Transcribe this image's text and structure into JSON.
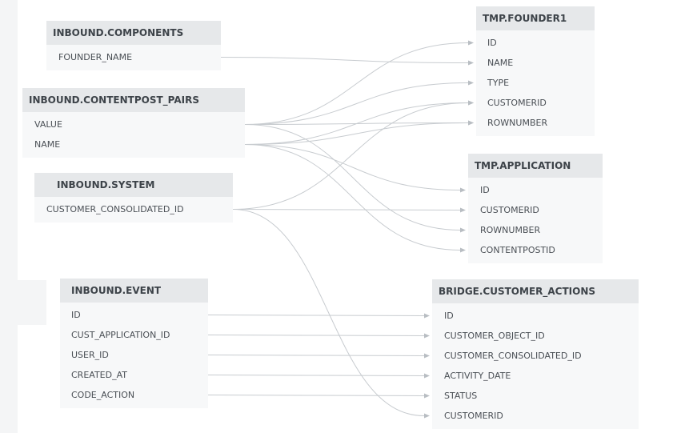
{
  "tables": {
    "inbound_components": {
      "name": "INBOUND.COMPONENTS",
      "columns": [
        "FOUNDER_NAME"
      ]
    },
    "inbound_contentpost_pairs": {
      "name": "INBOUND.CONTENTPOST_PAIRS",
      "columns": [
        "VALUE",
        "NAME"
      ]
    },
    "inbound_system": {
      "name": "INBOUND.SYSTEM",
      "columns": [
        "CUSTOMER_CONSOLIDATED_ID"
      ]
    },
    "inbound_event": {
      "name": "INBOUND.EVENT",
      "columns": [
        "ID",
        "CUST_APPLICATION_ID",
        "USER_ID",
        "CREATED_AT",
        "CODE_ACTION"
      ]
    },
    "tmp_founder1": {
      "name": "TMP.FOUNDER1",
      "columns": [
        "ID",
        "NAME",
        "TYPE",
        "CUSTOMERID",
        "ROWNUMBER"
      ]
    },
    "tmp_application": {
      "name": "TMP.APPLICATION",
      "columns": [
        "ID",
        "CUSTOMERID",
        "ROWNUMBER",
        "CONTENTPOSTID"
      ]
    },
    "bridge_customer_actions": {
      "name": "BRIDGE.CUSTOMER_ACTIONS",
      "columns": [
        "ID",
        "CUSTOMER_OBJECT_ID",
        "CUSTOMER_CONSOLIDATED_ID",
        "ACTIVITY_DATE",
        "STATUS",
        "CUSTOMERID"
      ]
    }
  },
  "edges": [
    {
      "from": [
        "inbound_components",
        0
      ],
      "to": [
        "tmp_founder1",
        1
      ]
    },
    {
      "from": [
        "inbound_contentpost_pairs",
        0
      ],
      "to": [
        "tmp_founder1",
        0
      ]
    },
    {
      "from": [
        "inbound_contentpost_pairs",
        0
      ],
      "to": [
        "tmp_founder1",
        2
      ]
    },
    {
      "from": [
        "inbound_contentpost_pairs",
        0
      ],
      "to": [
        "tmp_founder1",
        4
      ]
    },
    {
      "from": [
        "inbound_contentpost_pairs",
        0
      ],
      "to": [
        "tmp_application",
        2
      ]
    },
    {
      "from": [
        "inbound_contentpost_pairs",
        1
      ],
      "to": [
        "tmp_founder1",
        3
      ]
    },
    {
      "from": [
        "inbound_contentpost_pairs",
        1
      ],
      "to": [
        "tmp_founder1",
        4
      ]
    },
    {
      "from": [
        "inbound_contentpost_pairs",
        1
      ],
      "to": [
        "tmp_application",
        0
      ]
    },
    {
      "from": [
        "inbound_contentpost_pairs",
        1
      ],
      "to": [
        "tmp_application",
        3
      ]
    },
    {
      "from": [
        "inbound_system",
        0
      ],
      "to": [
        "tmp_founder1",
        3
      ]
    },
    {
      "from": [
        "inbound_system",
        0
      ],
      "to": [
        "tmp_application",
        1
      ]
    },
    {
      "from": [
        "inbound_system",
        0
      ],
      "to": [
        "bridge_customer_actions",
        5
      ]
    },
    {
      "from": [
        "inbound_event",
        0
      ],
      "to": [
        "bridge_customer_actions",
        0
      ]
    },
    {
      "from": [
        "inbound_event",
        1
      ],
      "to": [
        "bridge_customer_actions",
        1
      ]
    },
    {
      "from": [
        "inbound_event",
        2
      ],
      "to": [
        "bridge_customer_actions",
        2
      ]
    },
    {
      "from": [
        "inbound_event",
        3
      ],
      "to": [
        "bridge_customer_actions",
        3
      ]
    },
    {
      "from": [
        "inbound_event",
        4
      ],
      "to": [
        "bridge_customer_actions",
        4
      ]
    }
  ],
  "colors": {
    "header_bg": "#e6e8ea",
    "row_bg": "#f7f8f9",
    "edge": "#c8ccd0",
    "text": "#4a4f55"
  }
}
